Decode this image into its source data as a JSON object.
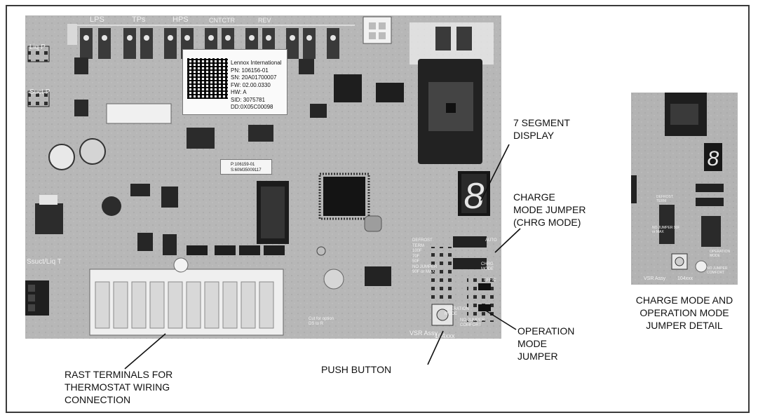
{
  "board": {
    "header_labels": [
      "LPS",
      "TPs",
      "HPS",
      "CNTCTR",
      "REV"
    ],
    "left_labels": [
      "Liq P",
      "Suct P",
      "Ssuct/Liq T"
    ],
    "sticker": {
      "company": "Lennox International",
      "pn": "PN: 106156-01",
      "sn": "SN: 20A01700007",
      "fw": "FW: 02.00.0330",
      "hw": "HW: A",
      "sid": "SID: 3075781",
      "dd": "DD:0X05C00098"
    },
    "small_sticker": [
      "P:106159-01",
      "S:60M35009117"
    ],
    "seven_segment_digit": "8",
    "jumper_labels": [
      "DEFROST TERM",
      "100F",
      "70F",
      "50F",
      "NO JUMPER 90F or MAX",
      "AUTO",
      "CHRG MODE",
      "OPERATION MODE",
      "NO JUMPER COMFORT",
      "EFFIC"
    ],
    "vsr_text": "VSR Assy",
    "part_text": "104xxx",
    "cut_text": "Cut for option DS to R"
  },
  "callouts": {
    "seven_segment": [
      "7 SEGMENT",
      "DISPLAY"
    ],
    "charge_mode": [
      "CHARGE",
      "MODE JUMPER",
      "(CHRG MODE)"
    ],
    "operation_mode": [
      "OPERATION",
      "MODE",
      "JUMPER"
    ],
    "push_button": [
      "PUSH BUTTON"
    ],
    "rast": [
      "RAST TERMINALS FOR",
      "THERMOSTAT WIRING",
      "CONNECTION"
    ],
    "detail": [
      "CHARGE MODE AND",
      "OPERATION MODE",
      "JUMPER DETAIL"
    ]
  },
  "detail_labels": [
    "DEFROST TERM",
    "NO JUMPER 90F or MAX",
    "OPERATION MODE",
    "NO JUMPER COMFORT",
    "VSR Assy",
    "104xxx"
  ]
}
